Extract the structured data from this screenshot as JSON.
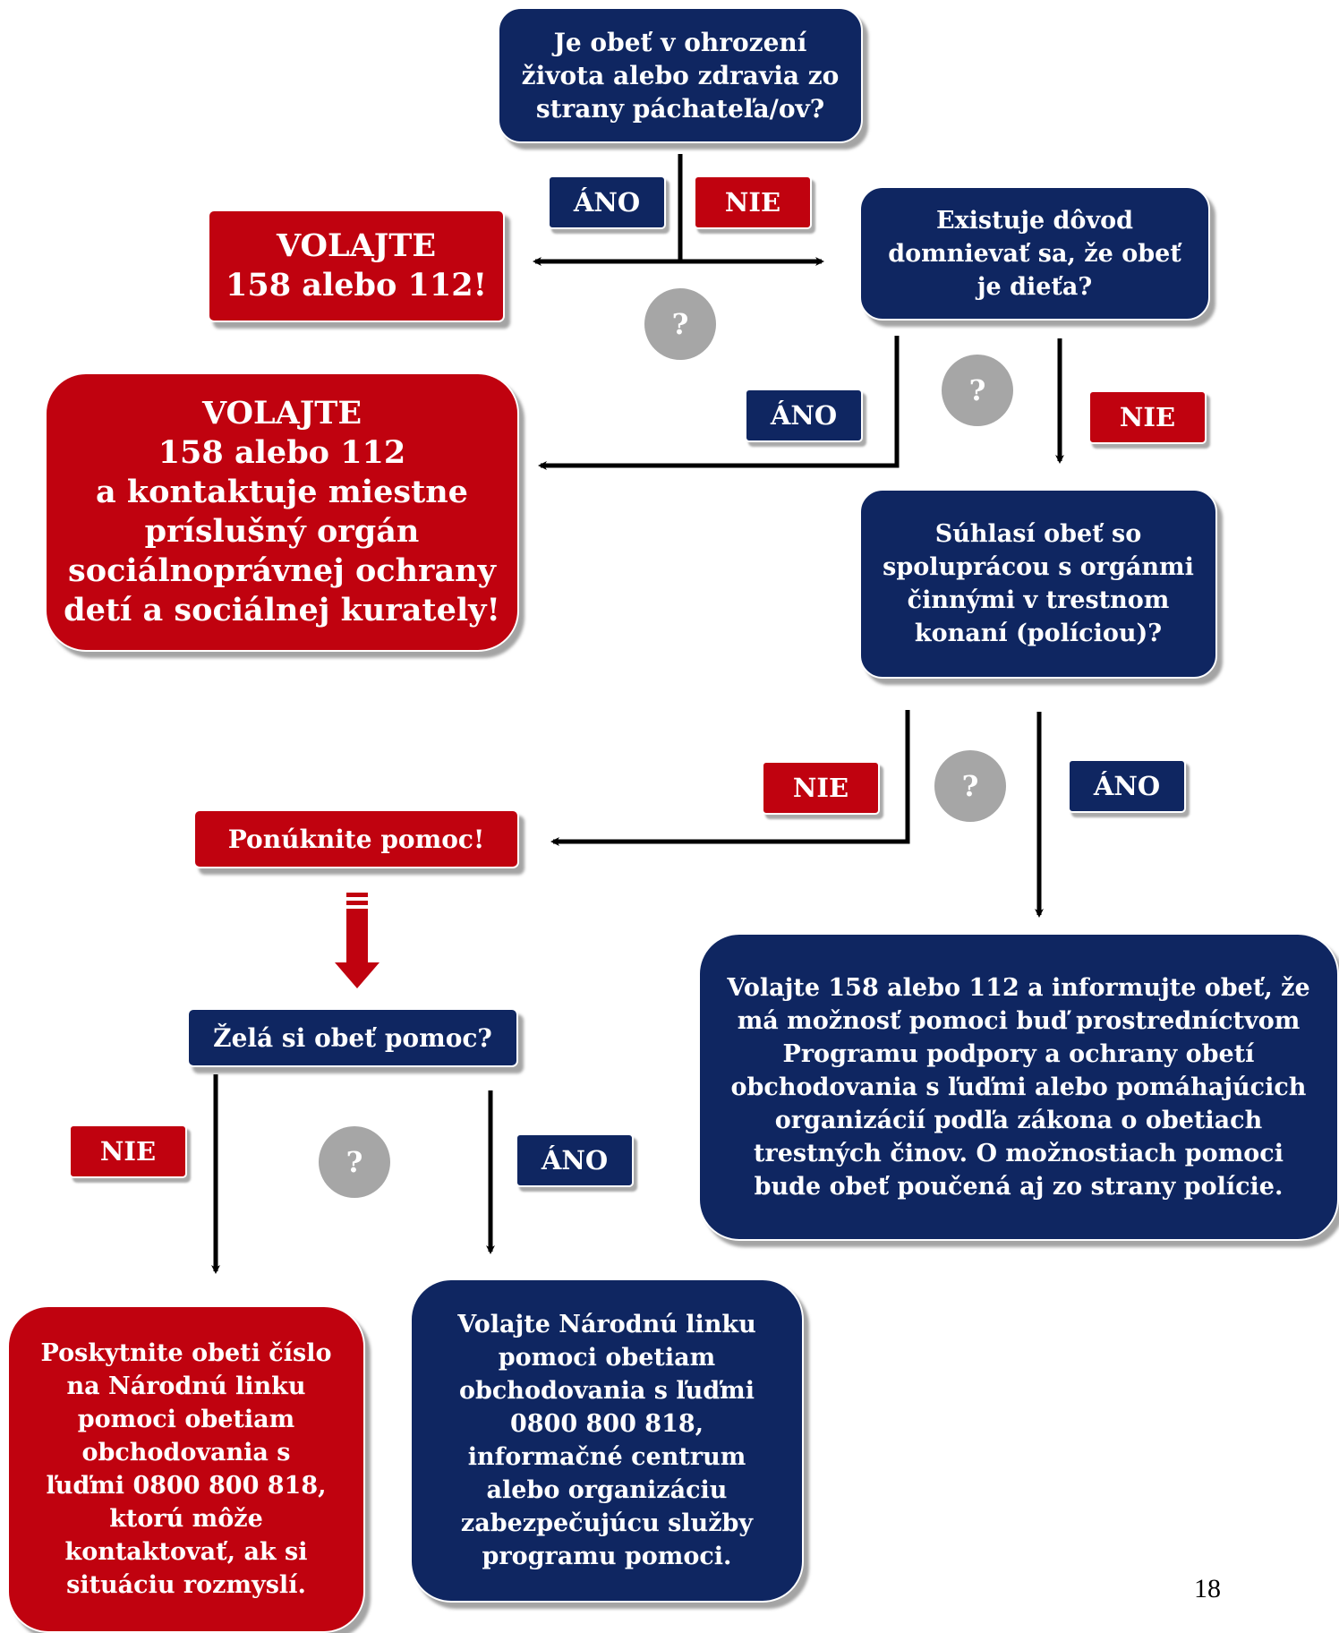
{
  "nodes": {
    "q_danger": "Je obeť v ohrození\nživota alebo zdravia zo\nstrany páchateľa/ov?",
    "call_emergency": "VOLAJTE\n158 alebo 112!",
    "q_child": "Existuje dôvod\ndomnievať sa, že obeť\nje dieťa?",
    "call_child_protection": "VOLAJTE\n158 alebo 112\na kontaktuje miestne\npríslušný orgán\nsociálnoprávnej ochrany\ndetí a sociálnej kurately!",
    "q_cooperation": "Súhlasí obeť so\nspoluprácou s orgánmi\nčinnými v trestnom\nkonaní (políciou)?",
    "offer_help": "Ponúknite pomoc!",
    "q_wants_help": "Želá si obeť pomoc?",
    "call_police_inform": "Volajte 158 alebo 112 a informujte obeť, že\nmá možnosť pomoci buď prostredníctvom\nProgramu podpory a ochrany obetí\nobchodovania s ľuďmi alebo pomáhajúcich\norganizácií podľa zákona o obetiach\ntrestných činov. O možnostiach pomoci\nbude obeť poučená aj zo strany polície.",
    "give_hotline": "Poskytnite obeti číslo\nna Národnú linku\npomoci obetiam\nobchodovania s\nľuďmi 0800 800 818,\nktorú môže\nkontaktovať, ak si\nsituáciu rozmyslí.",
    "call_hotline": "Volajte Národnú linku\npomoci obetiam\nobchodovania s ľuďmi\n0800 800 818,\ninformačné centrum\nalebo organizáciu\nzabezpečujúcu služby\nprogramu pomoci."
  },
  "labels": {
    "yes": "ÁNO",
    "no": "NIE",
    "question": "?"
  },
  "page_number": "18",
  "colors": {
    "navy": "#0f2661",
    "red": "#c0020f",
    "grey": "#a6a6a6",
    "arrow": "#000000"
  },
  "icons": {
    "question": "question-mark-circle-icon",
    "down_arrow": "red-down-arrow-icon"
  }
}
